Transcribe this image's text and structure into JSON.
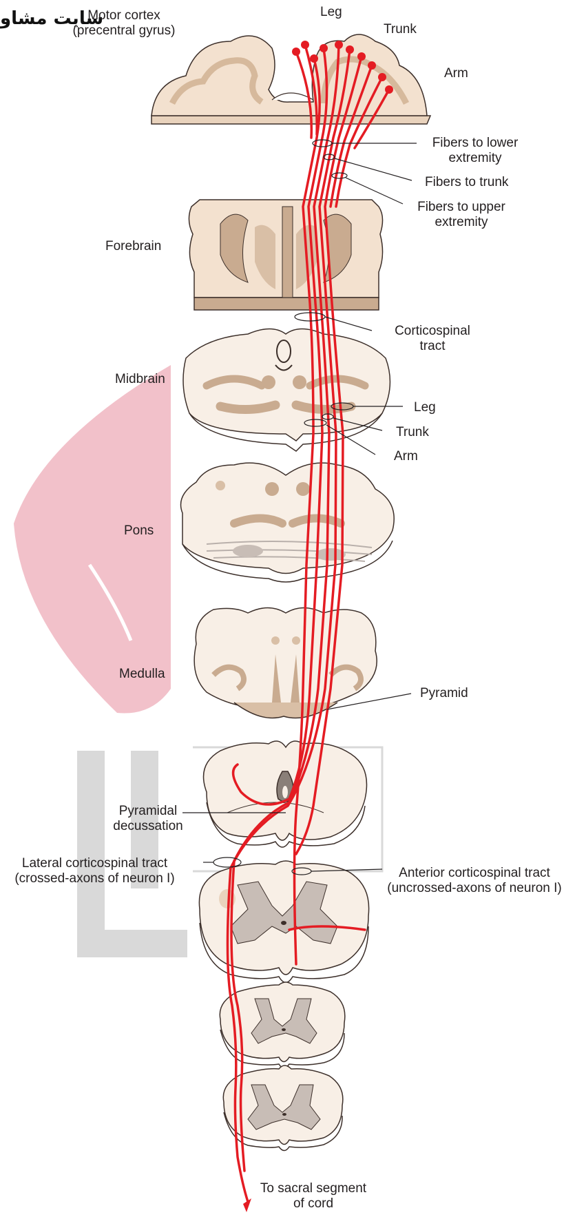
{
  "watermark": {
    "text": "سایت مشاو",
    "colors": {
      "pink": "#f2c1ca",
      "gray": "#d9d9d9"
    }
  },
  "colors": {
    "fiber": "#e41c23",
    "tissue_light": "#f8efe6",
    "tissue_mid": "#e9d3bd",
    "tissue_dark": "#c9ab90",
    "grey_matter": "#c8bdb6",
    "outline": "#3c2f2a"
  },
  "labels": {
    "motor_cortex_line1": "Motor cortex",
    "motor_cortex_line2": "(precentral gyrus)",
    "leg": "Leg",
    "trunk": "Trunk",
    "arm": "Arm",
    "fibers_lower_1": "Fibers to lower",
    "fibers_lower_2": "extremity",
    "fibers_trunk": "Fibers to trunk",
    "fibers_upper_1": "Fibers to upper",
    "fibers_upper_2": "extremity",
    "forebrain": "Forebrain",
    "corticospinal_1": "Corticospinal",
    "corticospinal_2": "tract",
    "midbrain": "Midbrain",
    "mid_leg": "Leg",
    "mid_trunk": "Trunk",
    "mid_arm": "Arm",
    "pons": "Pons",
    "medulla": "Medulla",
    "pyramid": "Pyramid",
    "decussation_1": "Pyramidal",
    "decussation_2": "decussation",
    "lateral_1": "Lateral corticospinal tract",
    "lateral_2": "(crossed-axons of neuron I)",
    "anterior_1": "Anterior corticospinal tract",
    "anterior_2": "(uncrossed-axons of neuron I)",
    "sacral_1": "To sacral segment",
    "sacral_2": "of cord"
  }
}
